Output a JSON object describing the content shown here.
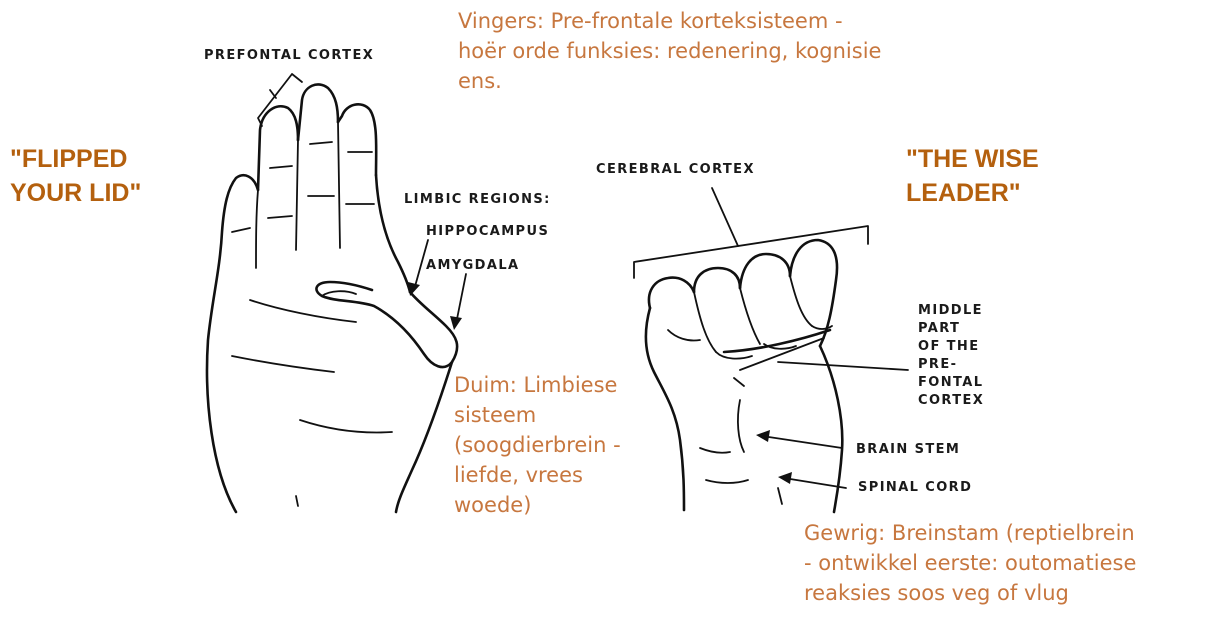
{
  "headings": {
    "flipped": [
      "\"FLIPPED",
      "YOUR LID\""
    ],
    "wise": [
      "\"THE WISE",
      "LEADER\""
    ]
  },
  "notes": {
    "fingers": [
      "Vingers: Pre-frontale korteksisteem -",
      "hoër orde funksies: redenering, kognisie",
      "ens."
    ],
    "thumb": [
      "Duim: Limbiese",
      "sisteem",
      "(soogdierbrein -",
      "liefde, vrees",
      "woede)"
    ],
    "wrist": [
      "Gewrig: Breinstam (reptielbrein",
      "- ontwikkel eerste: outomatiese",
      "reaksies soos veg of vlug"
    ]
  },
  "labels": {
    "prefontal_cortex": "PREFONTAL CORTEX",
    "limbic_regions": "LIMBIC REGIONS:",
    "hippocampus": "HIPPOCAMPUS",
    "amygdala": "AMYGDALA",
    "cerebral_cortex": "CEREBRAL CORTEX",
    "middle_part": [
      "MIDDLE",
      "PART",
      "OF THE",
      "PRE-",
      "FONTAL",
      "CORTEX"
    ],
    "brain_stem": "BRAIN STEM",
    "spinal_cord": "SPINAL CORD"
  },
  "colors": {
    "heading": "#b4600e",
    "note": "#c7773f",
    "ink": "#111111"
  }
}
